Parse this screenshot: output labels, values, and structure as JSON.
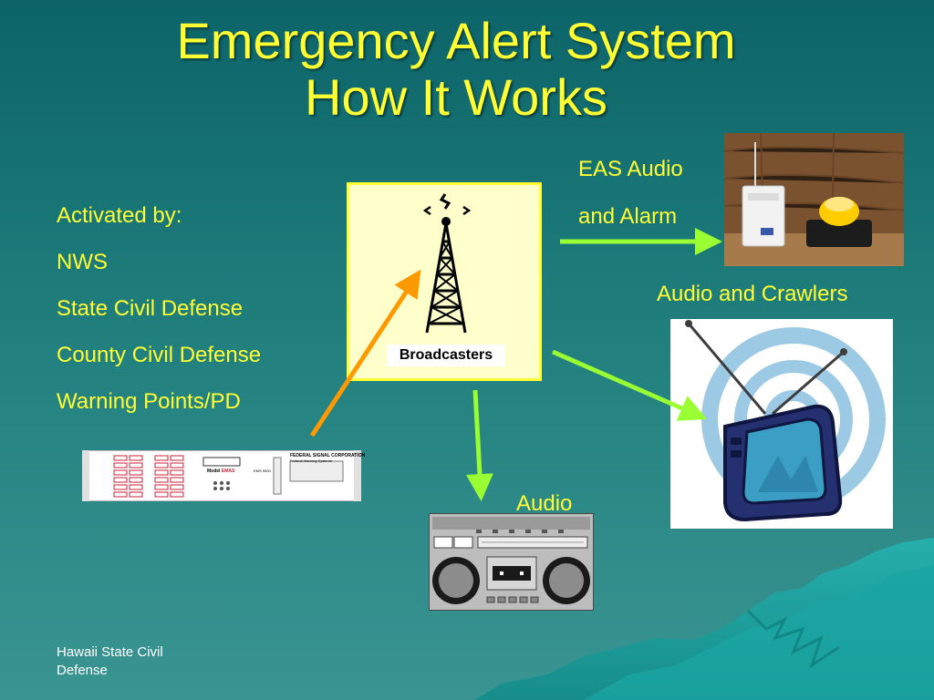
{
  "title": {
    "line1": "Emergency Alert System",
    "line2": "How It Works"
  },
  "activated": [
    "Activated by:",
    "NWS",
    "State Civil Defense",
    "County Civil Defense",
    "Warning Points/PD"
  ],
  "labels": {
    "broadcasters": "Broadcasters",
    "eas_audio": "EAS Audio",
    "and_alarm": "and Alarm",
    "audio_crawlers": "Audio and Crawlers",
    "audio": "Audio"
  },
  "footer": "Hawaii State Civil Defense",
  "encoder_panel": {
    "corp": "FEDERAL SIGNAL CORPORATION",
    "sub": "Federal Warning Systems",
    "model_prefix": "Model",
    "model": "EMAS",
    "tag": "EMS 9000"
  },
  "colors": {
    "text_yellow": "#ffff33",
    "arrow_green": "#99ff33",
    "arrow_orange": "#ff9900",
    "bg_top": "#0c6468",
    "bg_bottom": "#3a9592"
  },
  "icons": [
    "broadcast-tower-icon",
    "eas-alarm-photo",
    "television-icon",
    "boombox-radio-icon",
    "eas-encoder-panel"
  ]
}
